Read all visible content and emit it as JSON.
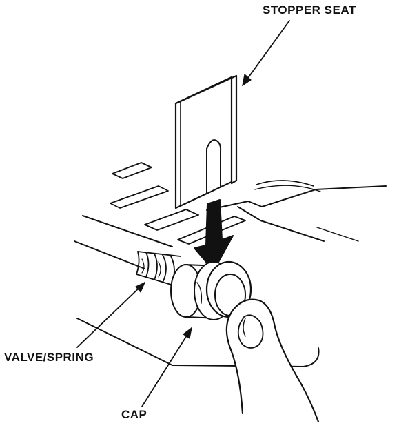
{
  "labels": {
    "stopper_seat": "STOPPER SEAT",
    "valve_spring": "VALVE/SPRING",
    "cap": "CAP"
  },
  "colors": {
    "ink": "#111111",
    "paper": "#ffffff"
  }
}
